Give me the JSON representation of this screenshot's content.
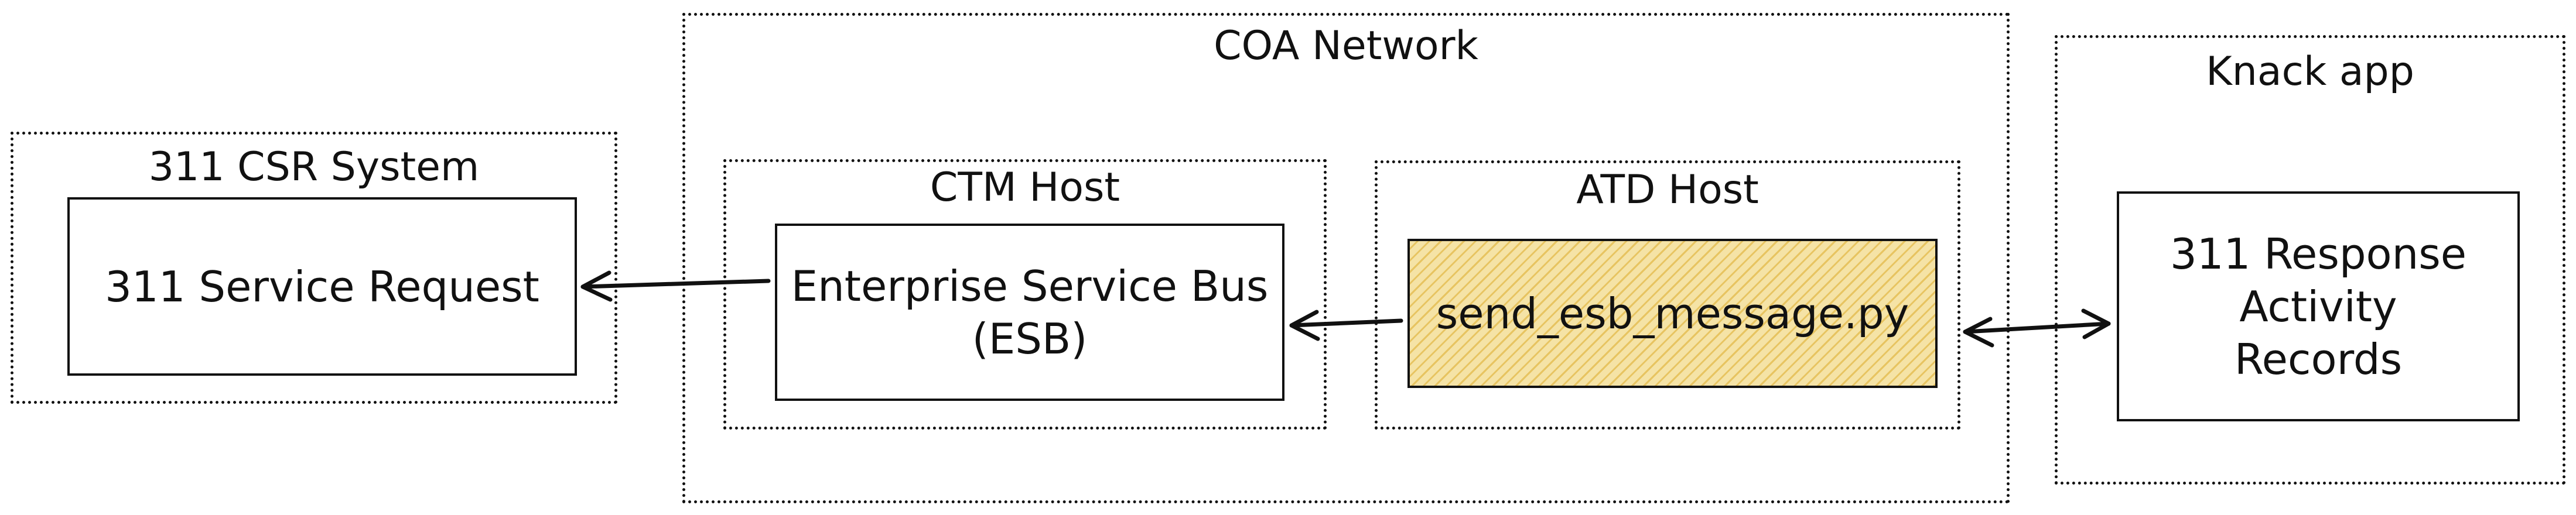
{
  "groups": {
    "csr_system": "311 CSR System",
    "coa_network": "COA Network",
    "ctm_host": "CTM Host",
    "atd_host": "ATD Host",
    "knack_app": "Knack app"
  },
  "nodes": {
    "service_request": "311 Service Request",
    "esb_line1": "Enterprise Service Bus",
    "esb_line2": "(ESB)",
    "script": "send_esb_message.py",
    "records_line1": "311 Response",
    "records_line2": "Activity",
    "records_line3": "Records"
  },
  "edges": [
    {
      "from": "enterprise-service-bus",
      "to": "311-service-request",
      "direction": "forward"
    },
    {
      "from": "send-esb-message-script",
      "to": "enterprise-service-bus",
      "direction": "forward"
    },
    {
      "from": "send-esb-message-script",
      "to": "311-response-activity-records",
      "direction": "both"
    }
  ],
  "colors": {
    "stroke": "#111111",
    "script_fill": "#f5e3a6",
    "script_hatch": "#dcaa28"
  }
}
